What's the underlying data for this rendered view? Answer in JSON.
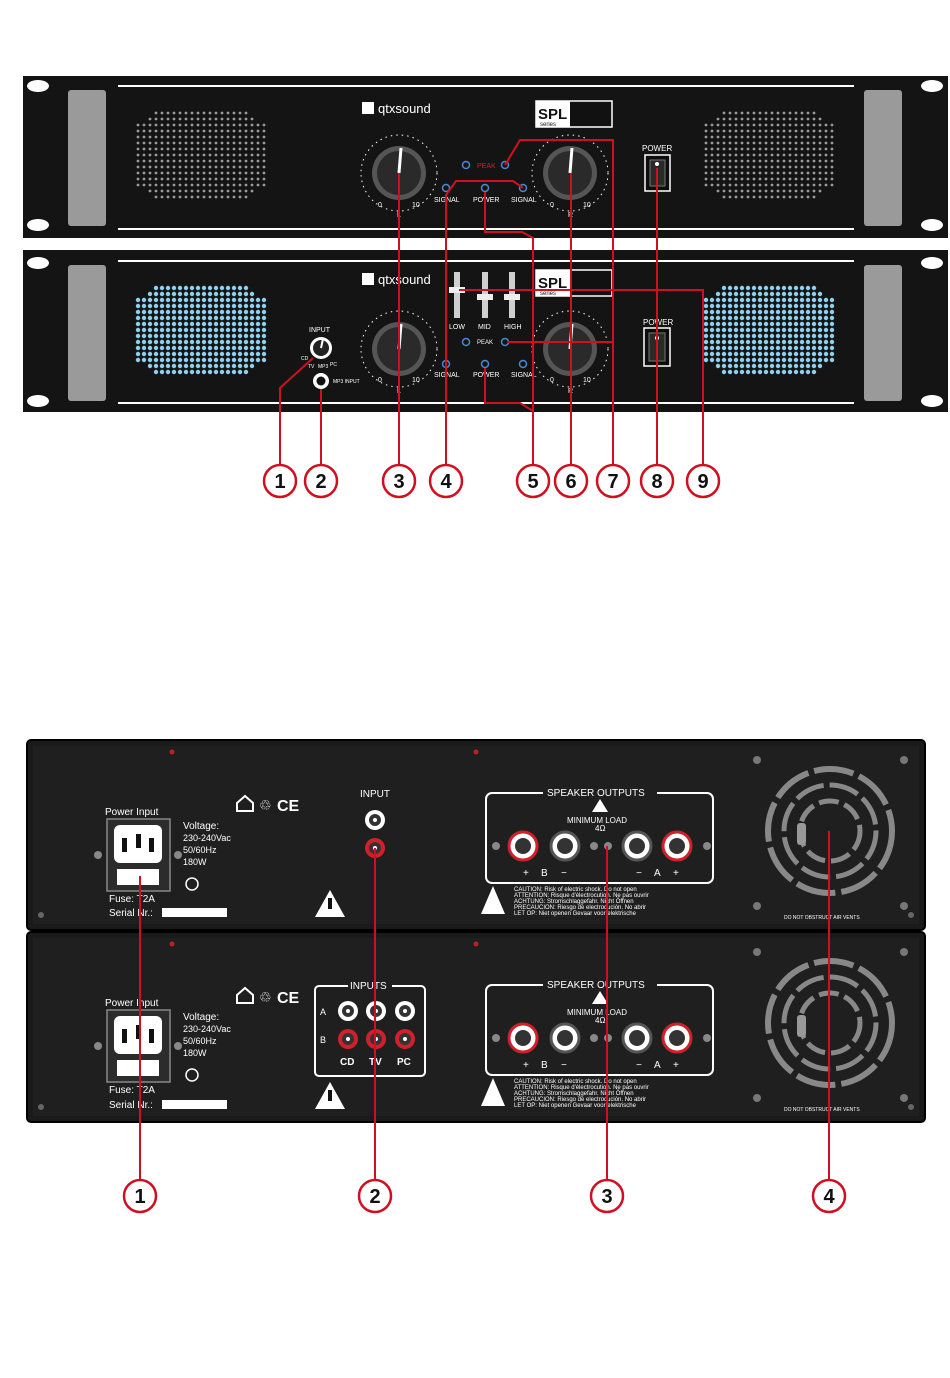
{
  "colors": {
    "callout": "#d01020",
    "panel": "#171717",
    "led": "#8fd0ee",
    "accent_red": "#d0202c"
  },
  "front": {
    "unit_top": {
      "brand": "qtxsound",
      "model": "SPL",
      "series": "series",
      "power_label": "POWER",
      "knob_left_label": "L",
      "knob_right_label": "R",
      "knob_min": "0",
      "knob_max": "10",
      "peak_label": "PEAK",
      "signal_left": "SIGNAL",
      "power_led_label": "POWER",
      "signal_right": "SIGNAL"
    },
    "unit_bottom": {
      "brand": "qtxsound",
      "model": "SPL",
      "series": "series",
      "power_label": "POWER",
      "input_label": "INPUT",
      "input_cd": "CD",
      "input_tv": "TV",
      "input_mp3": "MP3",
      "input_pc": "PC",
      "mp3_input_label": "MP3 INPUT",
      "eq_low": "LOW",
      "eq_mid": "MID",
      "eq_high": "HIGH",
      "knob_left_label": "L",
      "knob_right_label": "R",
      "knob_min": "0",
      "knob_max": "10",
      "peak_label": "PEAK",
      "signal_left": "SIGNAL",
      "power_led_label": "POWER",
      "signal_right": "SIGNAL"
    },
    "callouts": [
      "1",
      "2",
      "3",
      "4",
      "5",
      "6",
      "7",
      "8",
      "9"
    ]
  },
  "rear": {
    "unit_top": {
      "power_input": "Power Input",
      "voltage_title": "Voltage:",
      "voltage": "230-240Vac",
      "frequency": "50/60Hz",
      "wattage": "180W",
      "fuse": "Fuse: T2A",
      "serial": "Serial Nr.:",
      "cert": "CE",
      "input_label": "INPUT",
      "speaker_outputs": "SPEAKER OUTPUTS",
      "min_load": "MINIMUM LOAD",
      "ohms": "4Ω",
      "plus": "+",
      "minus": "−",
      "channel_b": "B",
      "channel_a": "A",
      "warnings": [
        "CAUTION: Risk of electric shock. Do not open",
        "ATTENTION: Risque d'électrocution. Ne pas ouvrir",
        "ACHTUNG: Stromschlaggefahr. Nicht Öffnen",
        "PRECAUCION: Riesgo de electrocución. No abrir",
        "LET OP: Niet openen Gevaar voor elektrische"
      ],
      "vent_text": "DO NOT OBSTRUCT AIR VENTS"
    },
    "unit_bottom": {
      "power_input": "Power Input",
      "voltage_title": "Voltage:",
      "voltage": "230-240Vac",
      "frequency": "50/60Hz",
      "wattage": "180W",
      "fuse": "Fuse: T2A",
      "serial": "Serial Nr.:",
      "cert": "CE",
      "inputs_label": "INPUTS",
      "row_a": "A",
      "row_b": "B",
      "col_cd": "CD",
      "col_tv": "TV",
      "col_pc": "PC",
      "speaker_outputs": "SPEAKER OUTPUTS",
      "min_load": "MINIMUM LOAD",
      "ohms": "4Ω",
      "plus": "+",
      "minus": "−",
      "channel_b": "B",
      "channel_a": "A",
      "warnings": [
        "CAUTION: Risk of electric shock. Do not open",
        "ATTENTION: Risque d'électrocution. Ne pas ouvrir",
        "ACHTUNG: Stromschlaggefahr. Nicht Öffnen",
        "PRECAUCION: Riesgo de electrocución. No abrir",
        "LET OP: Niet openen Gevaar voor elektrische"
      ],
      "vent_text": "DO NOT OBSTRUCT AIR VENTS"
    },
    "callouts": [
      "1",
      "2",
      "3",
      "4"
    ]
  }
}
